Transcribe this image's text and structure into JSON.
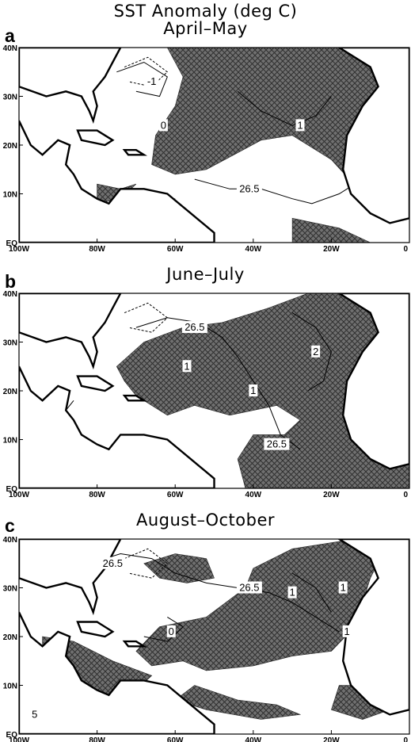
{
  "figure": {
    "title": "SST Anomaly (deg C)"
  },
  "style": {
    "shade": "#6e6e6e",
    "hatch": "#3a3a3a",
    "land": "#000000",
    "contour": "#000000",
    "background": "#ffffff"
  },
  "axes": {
    "lon_ticks": [
      "100W",
      "80W",
      "60W",
      "40W",
      "20W",
      "0"
    ],
    "lat_ticks": [
      "40N",
      "30N",
      "20N",
      "10N",
      "EQ"
    ],
    "lon_range": [
      -100,
      0
    ],
    "lat_range": [
      0,
      40
    ]
  },
  "panels": [
    {
      "letter": "a",
      "period": "April–May",
      "contour_labels": [
        {
          "text": "-1",
          "lon": -66,
          "lat": 33
        },
        {
          "text": "0",
          "lon": -63,
          "lat": 24
        },
        {
          "text": "1",
          "lon": -28,
          "lat": 24
        },
        {
          "text": "26.5",
          "lon": -41,
          "lat": 11
        }
      ]
    },
    {
      "letter": "b",
      "period": "June–July",
      "contour_labels": [
        {
          "text": "26.5",
          "lon": -55,
          "lat": 33
        },
        {
          "text": "1",
          "lon": -57,
          "lat": 25
        },
        {
          "text": "2",
          "lon": -24,
          "lat": 28
        },
        {
          "text": "1",
          "lon": -40,
          "lat": 20
        },
        {
          "text": "26.5",
          "lon": -34,
          "lat": 9
        }
      ]
    },
    {
      "letter": "c",
      "period": "August–October",
      "contour_labels": [
        {
          "text": "26.5",
          "lon": -76,
          "lat": 35
        },
        {
          "text": "26.5",
          "lon": -41,
          "lat": 30
        },
        {
          "text": "1",
          "lon": -30,
          "lat": 29
        },
        {
          "text": "1",
          "lon": -17,
          "lat": 30
        },
        {
          "text": "0",
          "lon": -61,
          "lat": 21
        },
        {
          "text": "1",
          "lon": -16,
          "lat": 21
        },
        {
          "text": "5",
          "lon": -96,
          "lat": 4
        }
      ]
    }
  ]
}
